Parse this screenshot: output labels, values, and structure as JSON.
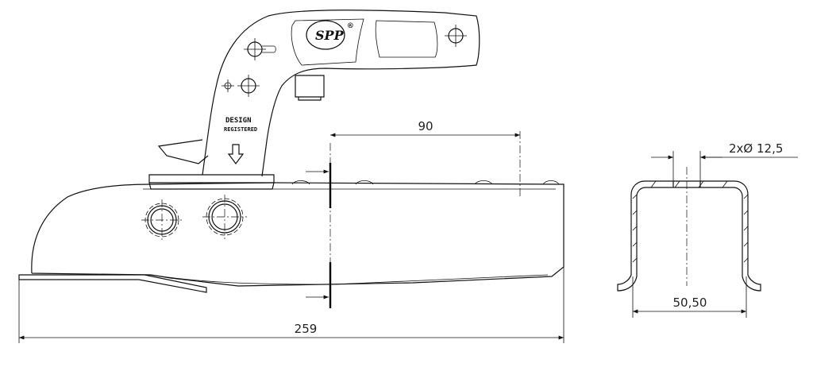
{
  "dimensions": {
    "overall_length": "259",
    "coupling_offset": "90",
    "channel_width": "50,50",
    "hole_spec": "2xØ 12,5"
  },
  "labels": {
    "design_line1": "DESIGN",
    "design_line2": "REGISTERED",
    "logo": "SPP",
    "registered_mark": "®"
  },
  "icons": [
    "down-arrow-icon",
    "registered-trademark-icon"
  ]
}
